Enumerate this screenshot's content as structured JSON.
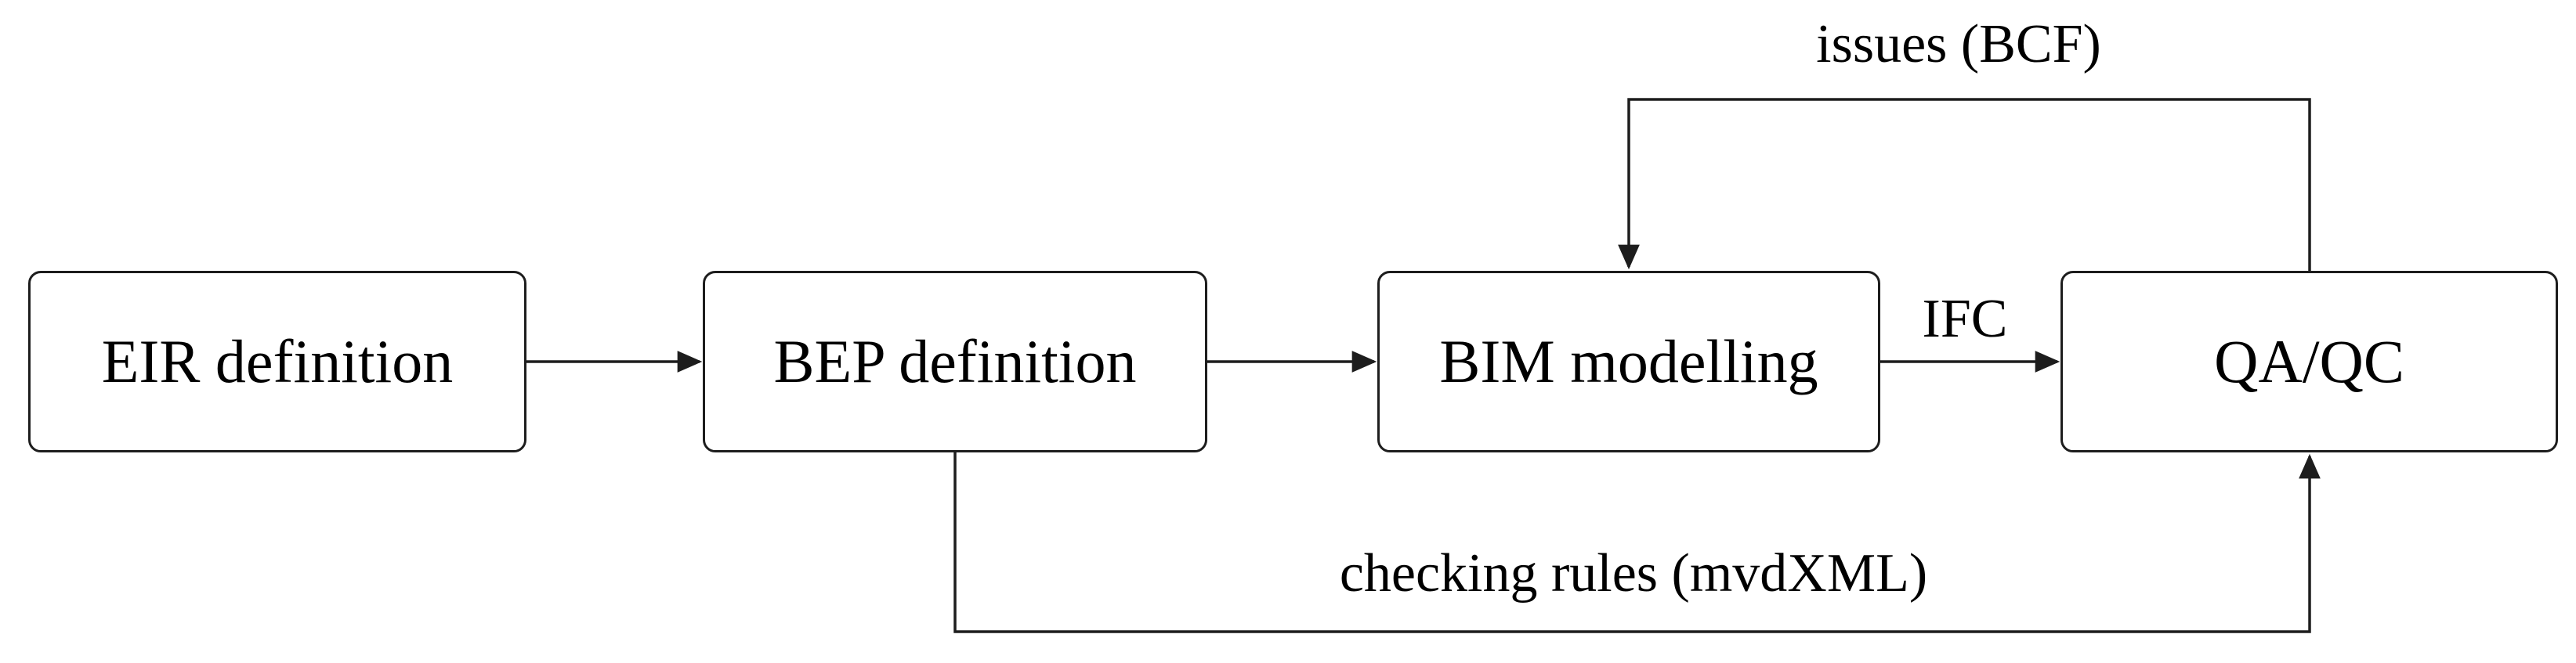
{
  "diagram": {
    "type": "flowchart",
    "nodes": [
      {
        "id": "eir",
        "label": "EIR definition"
      },
      {
        "id": "bep",
        "label": "BEP definition"
      },
      {
        "id": "bim",
        "label": "BIM modelling"
      },
      {
        "id": "qaqc",
        "label": "QA/QC"
      }
    ],
    "edges": [
      {
        "id": "eir-to-bep",
        "from": "EIR definition",
        "to": "BEP definition",
        "label": ""
      },
      {
        "id": "bep-to-bim",
        "from": "BEP definition",
        "to": "BIM modelling",
        "label": ""
      },
      {
        "id": "bim-to-qaqc",
        "from": "BIM modelling",
        "to": "QA/QC",
        "label": "IFC"
      },
      {
        "id": "qaqc-to-bim",
        "from": "QA/QC",
        "to": "BIM modelling",
        "label": "issues (BCF)"
      },
      {
        "id": "bep-to-qaqc",
        "from": "BEP definition",
        "to": "QA/QC",
        "label": "checking rules (mvdXML)"
      }
    ],
    "colors": {
      "stroke": "#1d1d1d",
      "text": "#000000",
      "node_fill": "#ffffff",
      "background": "#ffffff"
    }
  }
}
